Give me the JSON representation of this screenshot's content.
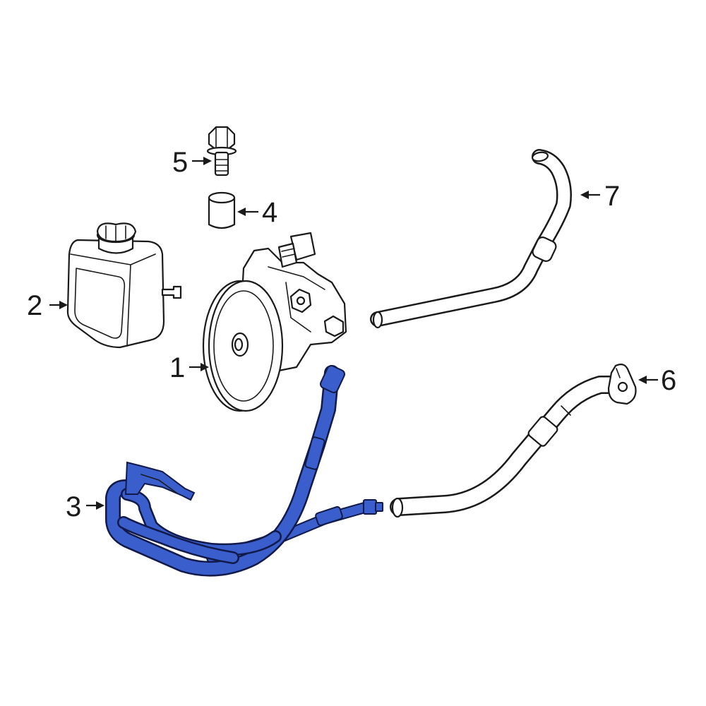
{
  "colors": {
    "background": "#ffffff",
    "line": "#1a1a1a",
    "highlight": "#3a5fcd"
  },
  "highlighted_part": "3",
  "callouts": [
    {
      "id": "c1",
      "label": "1"
    },
    {
      "id": "c2",
      "label": "2"
    },
    {
      "id": "c3",
      "label": "3"
    },
    {
      "id": "c4",
      "label": "4"
    },
    {
      "id": "c5",
      "label": "5"
    },
    {
      "id": "c6",
      "label": "6"
    },
    {
      "id": "c7",
      "label": "7"
    }
  ]
}
